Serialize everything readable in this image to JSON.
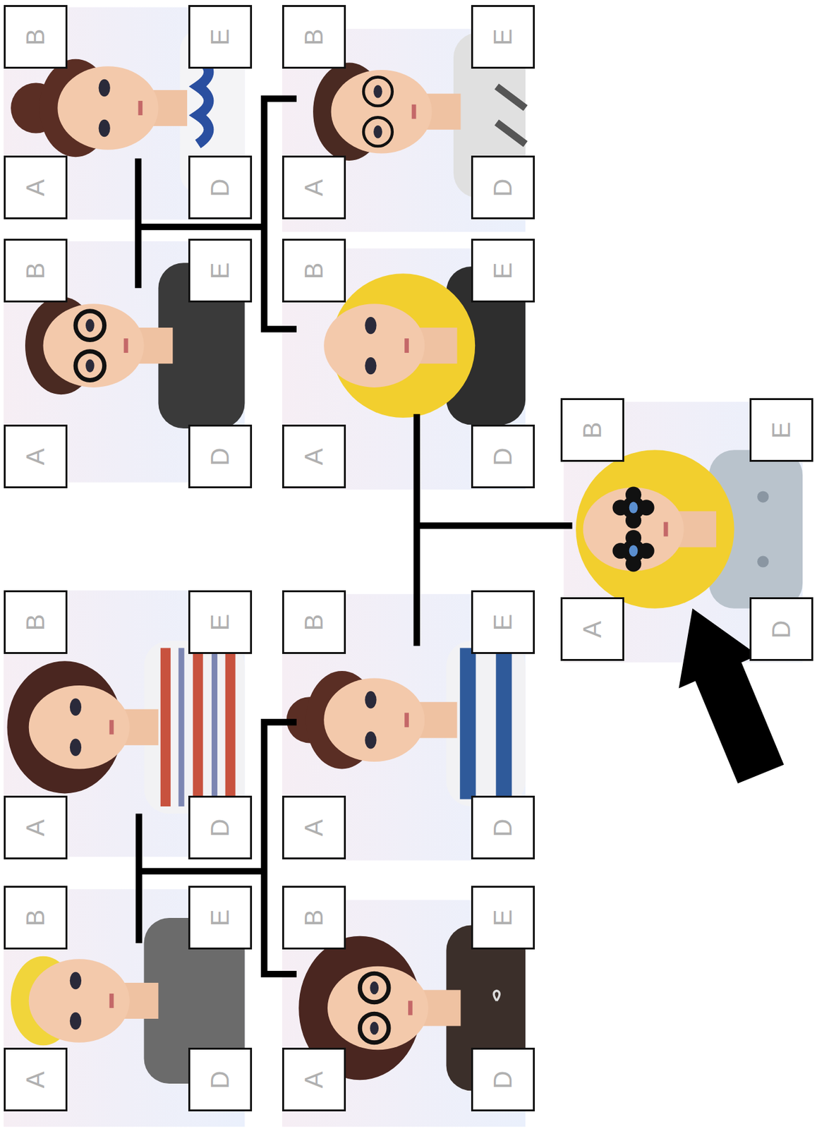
{
  "diagram": {
    "nodes": [
      {
        "text": [
          "B"
        ]
      },
      {
        "text": [
          "E"
        ]
      },
      {
        "text": [
          "A"
        ]
      },
      {
        "text": [
          "D"
        ]
      },
      {
        "text": [
          "B"
        ]
      },
      {
        "text": [
          "E"
        ]
      },
      {
        "text": [
          "A"
        ]
      },
      {
        "text": [
          "D"
        ]
      },
      {
        "text": [
          "B"
        ]
      },
      {
        "text": [
          "E"
        ]
      },
      {
        "text": [
          "A"
        ]
      },
      {
        "text": [
          "D"
        ]
      },
      {
        "text": [
          "B"
        ]
      },
      {
        "text": [
          "E"
        ]
      },
      {
        "text": [
          "A"
        ]
      },
      {
        "text": [
          "D"
        ]
      },
      {
        "text": [
          "B"
        ]
      },
      {
        "text": [
          "E"
        ]
      },
      {
        "text": [
          "A"
        ]
      },
      {
        "text": [
          "D"
        ]
      },
      {
        "text": [
          "B"
        ]
      },
      {
        "text": [
          "E"
        ]
      },
      {
        "text": [
          "A"
        ]
      },
      {
        "text": [
          "D"
        ]
      },
      {
        "text": [
          "B"
        ]
      },
      {
        "text": [
          "E"
        ]
      },
      {
        "text": [
          "A"
        ]
      },
      {
        "text": [
          "D"
        ]
      },
      {
        "text": [
          "B"
        ]
      },
      {
        "text": [
          "E"
        ]
      },
      {
        "text": [
          "A"
        ]
      },
      {
        "text": [
          "D"
        ]
      },
      {
        "text": [
          "B"
        ]
      },
      {
        "text": [
          "E"
        ]
      },
      {
        "text": [
          "A"
        ]
      },
      {
        "text": [
          "D"
        ]
      }
    ]
  }
}
